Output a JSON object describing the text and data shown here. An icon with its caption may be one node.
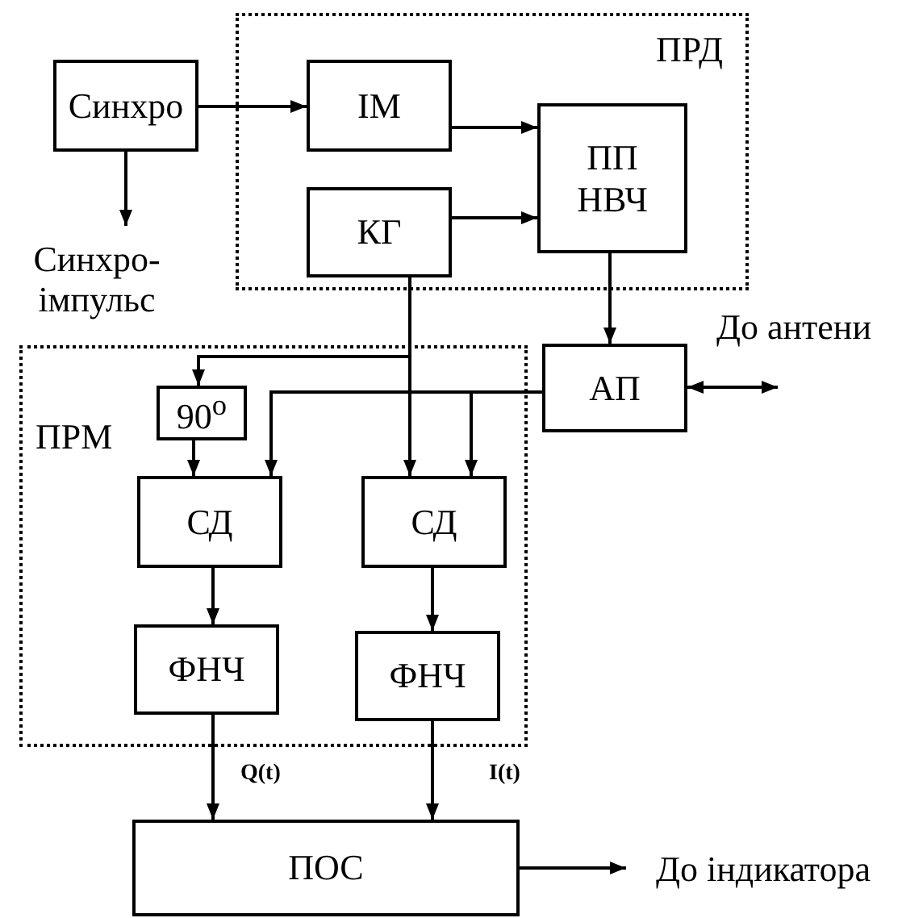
{
  "diagram": {
    "nodes": [
      {
        "text": [
          "ПРД"
        ]
      },
      {
        "text": [
          "Синхро"
        ]
      },
      {
        "text": [
          "ІМ"
        ],
        "in": 0
      },
      {
        "text": [
          "КГ"
        ],
        "in": 0
      },
      {
        "text": [
          "ПП НВЧ"
        ],
        "in": 0
      },
      {
        "text": [
          "Синхро-імпульс"
        ]
      },
      {
        "text": [
          "ПРМ"
        ]
      },
      {
        "text": [
          "АП"
        ]
      },
      {
        "text": [
          "90$^{o}$"
        ],
        "in": 6
      },
      {
        "text": [
          "СД"
        ],
        "in": 6
      },
      {
        "text": [
          "СД"
        ],
        "in": 6
      },
      {
        "text": [
          "ФНЧ"
        ],
        "in": 6
      },
      {
        "text": [
          "ФНЧ"
        ],
        "in": 6
      },
      {
        "text": [
          "ПОС"
        ]
      },
      {
        "text": [
          "До індикатора"
        ]
      }
    ],
    "edges": [
      {
        "from": 1,
        "to": 2,
        "arrow": "to"
      },
      {
        "from": 1,
        "to": 5,
        "arrow": "to"
      },
      {
        "from": 2,
        "to": 4,
        "arrow": "to"
      },
      {
        "from": 3,
        "to": 4,
        "arrow": "to"
      },
      {
        "from": 4,
        "to": 7,
        "arrow": "to"
      },
      {
        "from": 3,
        "to": 10,
        "arrow": "to"
      },
      {
        "from": 3,
        "to": 8,
        "arrow": "to"
      },
      {
        "from": 8,
        "to": 9,
        "arrow": "to"
      },
      {
        "from": 7,
        "to": 9,
        "arrow": "to"
      },
      {
        "from": 7,
        "to": 10,
        "arrow": "to"
      },
      {
        "from": 7,
        "to": null,
        "arrow": "both"
      },
      {
        "from": 9,
        "to": 11,
        "arrow": "to"
      },
      {
        "from": 10,
        "to": 12,
        "arrow": "to"
      },
      {
        "from": 11,
        "to": 13,
        "label": "Q(t)",
        "arrow": "to"
      },
      {
        "from": 12,
        "to": 13,
        "label": "I(t)",
        "arrow": "to"
      },
      {
        "from": 13,
        "to": 14,
        "arrow": "to"
      }
    ],
    "labels": [
      "До антени"
    ]
  }
}
